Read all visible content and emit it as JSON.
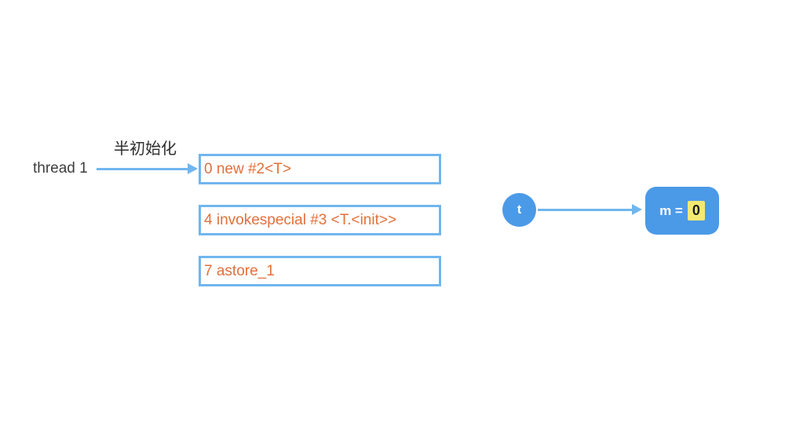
{
  "diagram": {
    "thread_label": "thread 1",
    "arrow_label": "半初始化",
    "instructions": [
      "0 new #2<T>",
      "4 invokespecial #3 <T.<init>>",
      "7 astore_1"
    ],
    "thread_node_label": "t",
    "memory": {
      "var_label": "m =",
      "value": "0"
    },
    "colors": {
      "arrow_blue": "#70b6ee",
      "box_border_blue": "#70b6ee",
      "instruction_text_orange": "#e2703a",
      "node_fill_blue": "#4b9ae8",
      "value_highlight_yellow": "#f5e971",
      "label_text_gray": "#3d3d3d"
    }
  }
}
